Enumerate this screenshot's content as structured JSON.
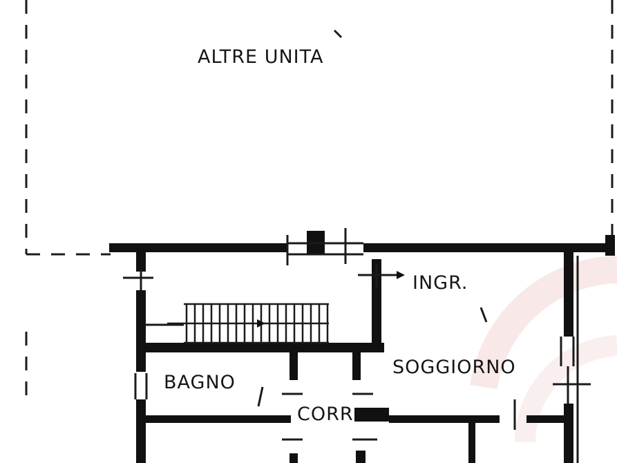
{
  "plan": {
    "rooms": {
      "other_units": "ALTRE UNITA",
      "entrance": "INGR.",
      "living_room": "SOGGIORNO",
      "bathroom": "BAGNO",
      "corridor": "CORR."
    },
    "colors": {
      "ink": "#111111",
      "background": "#ffffff",
      "watermark": "#f3d6d6"
    },
    "icons": [
      "entrance-arrow-icon",
      "watermark-logo"
    ]
  }
}
